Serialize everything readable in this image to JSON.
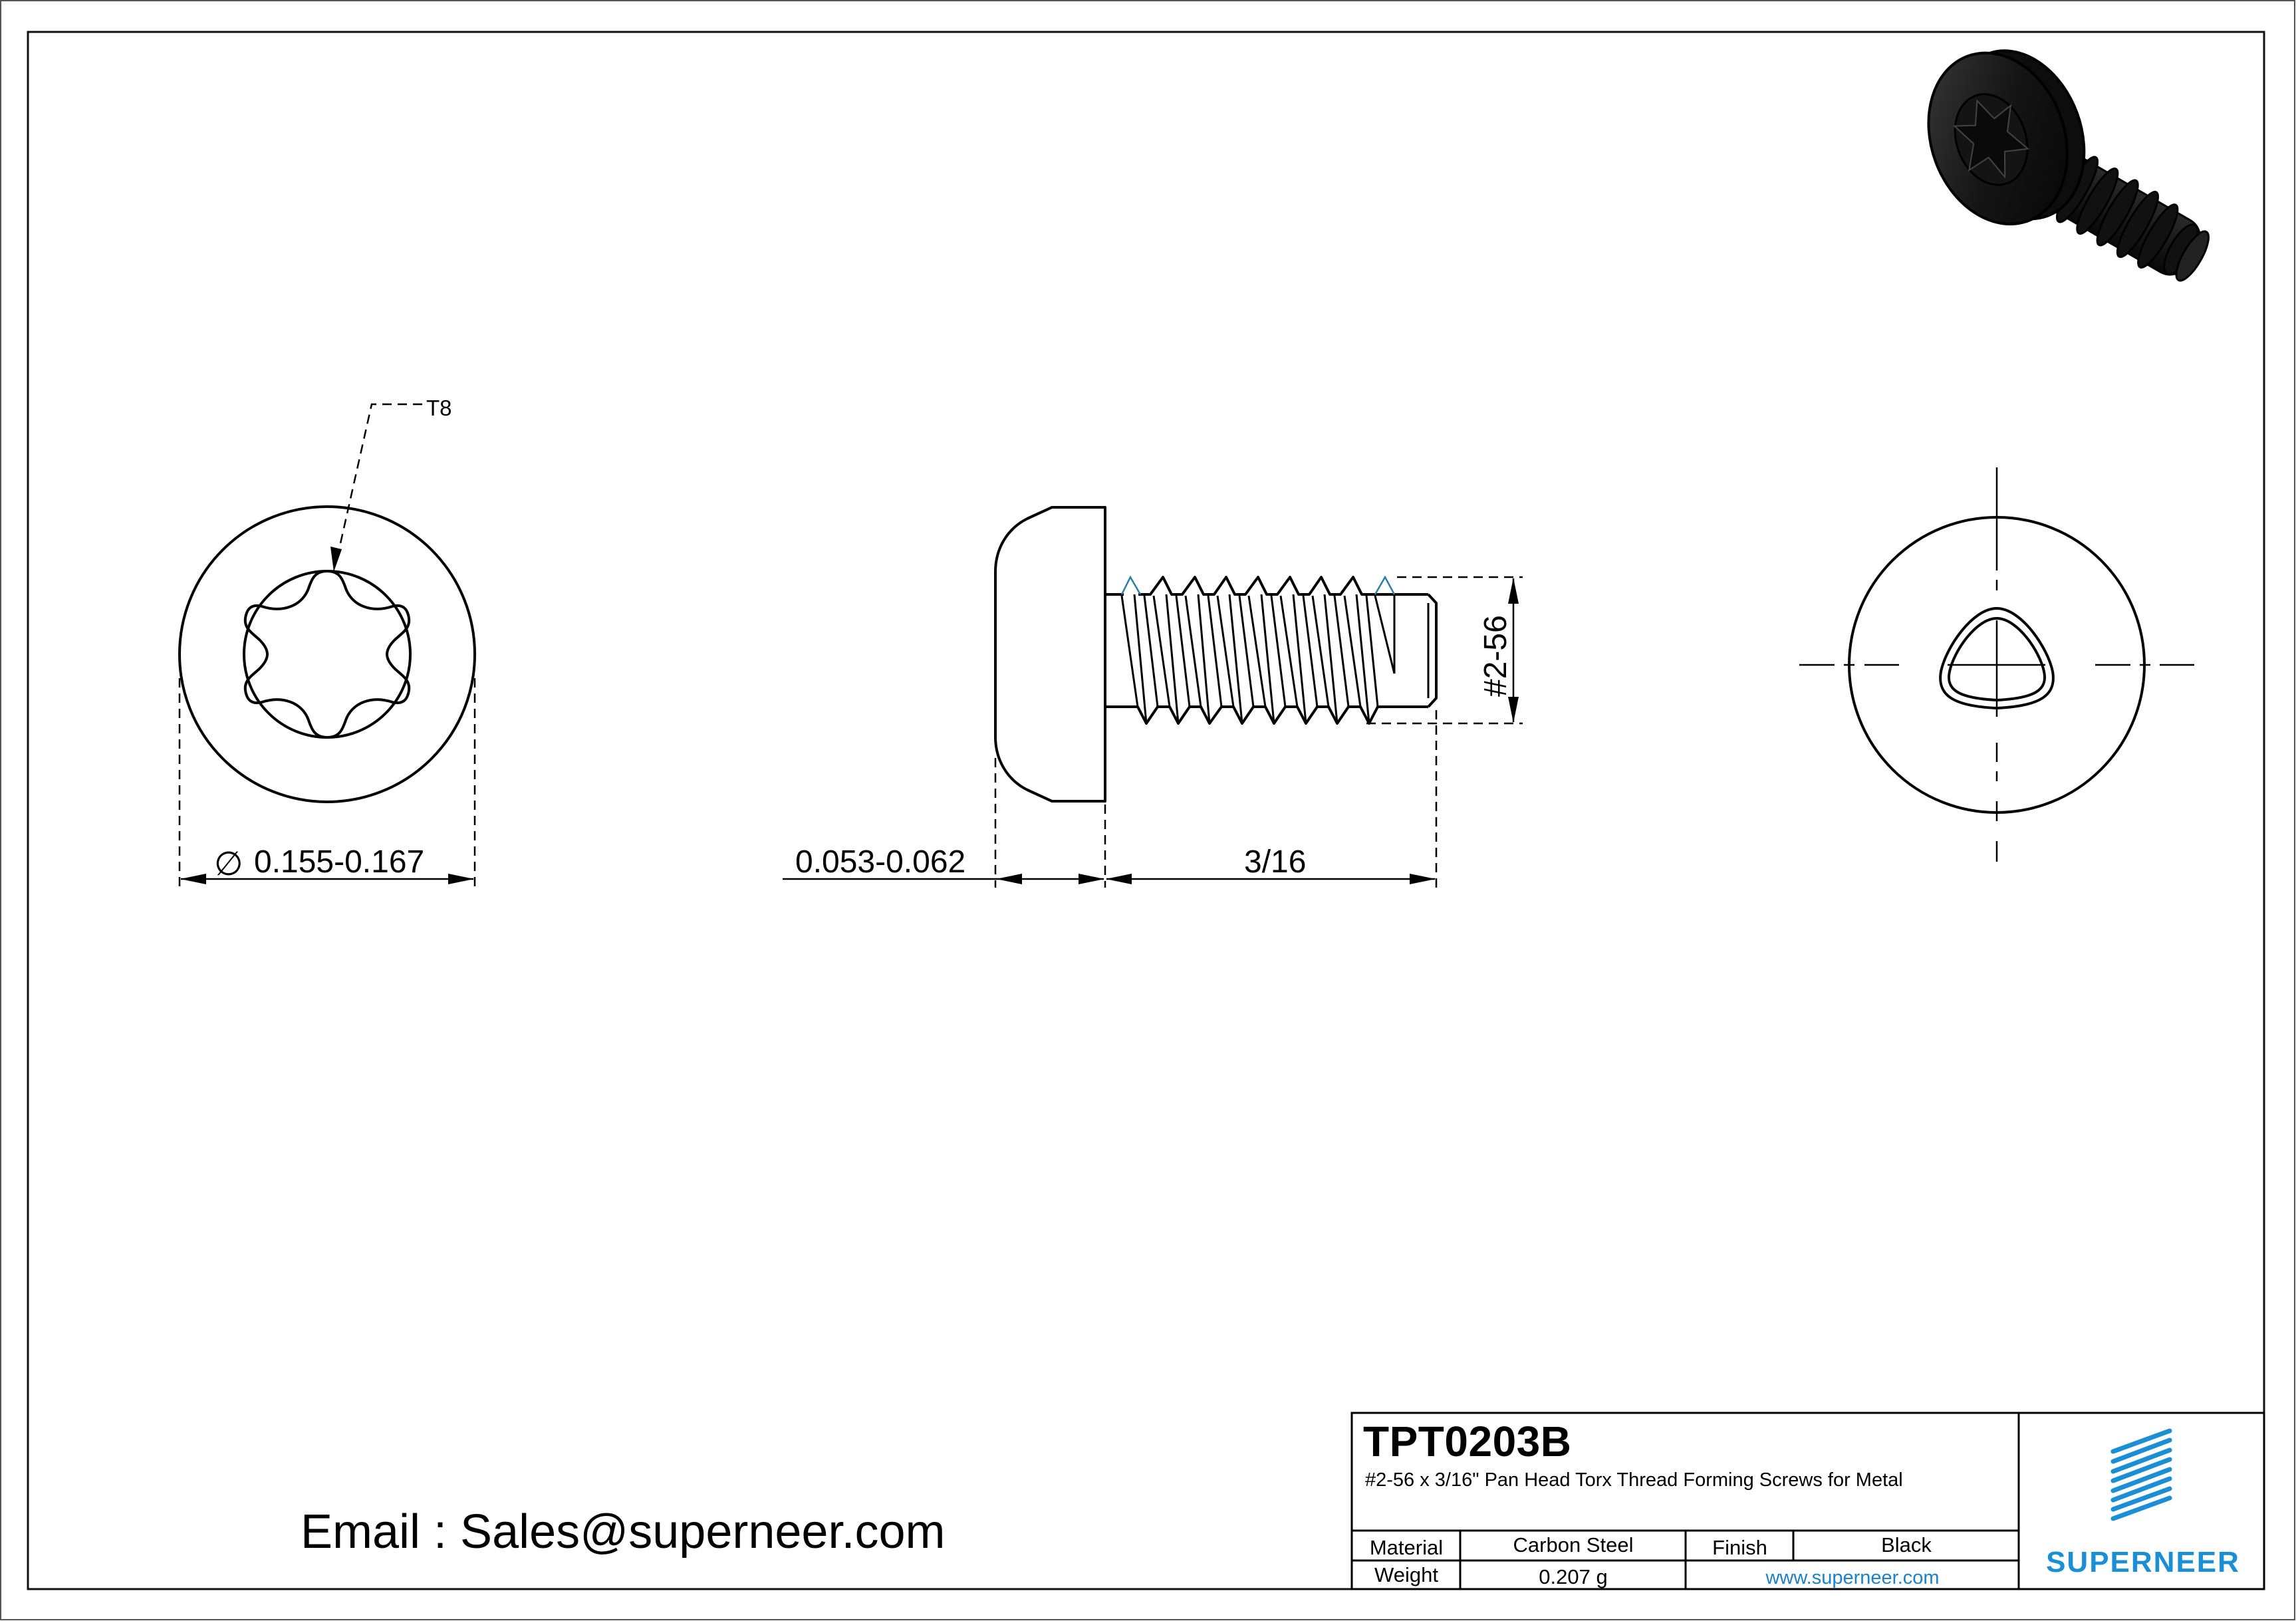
{
  "drawing": {
    "part_number": "TPT0203B",
    "description": "#2-56 x 3/16\" Pan Head Torx Thread Forming Screws for Metal",
    "email": "Email : Sales@superneer.com",
    "views": {
      "top_view": {
        "drive_callout": "T8",
        "diameter_symbol": "∅",
        "diameter_value": "0.155-0.167"
      },
      "side_view": {
        "head_height": "0.053-0.062",
        "length": "3/16",
        "thread_size": "#2-56"
      },
      "end_view": {
        "point_shape": "trilobular"
      },
      "iso_view": {
        "render": "3D black screw"
      }
    }
  },
  "title_block": {
    "material_label": "Material",
    "material_value": "Carbon Steel",
    "finish_label": "Finish",
    "finish_value": "Black",
    "weight_label": "Weight",
    "weight_value": "0.207 g",
    "website": "www.superneer.com",
    "brand": "SUPERNEER"
  },
  "colors": {
    "line": "#000000",
    "brand_blue": "#1a8fd6",
    "link_blue": "#1a82c8",
    "thread_accent": "#2a7fa8"
  }
}
